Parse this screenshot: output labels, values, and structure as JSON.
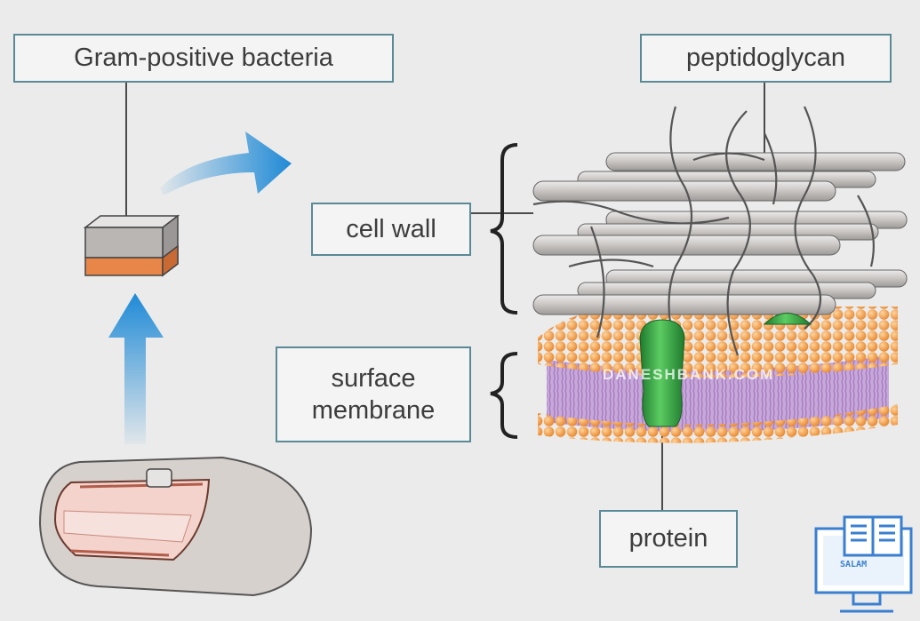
{
  "labels": {
    "bacteria_type": "Gram-positive bacteria",
    "peptidoglycan": "peptidoglycan",
    "cell_wall": "cell wall",
    "surface_membrane_line1": "surface",
    "surface_membrane_line2": "membrane",
    "protein": "protein"
  },
  "watermark": "DANESHBANK.COM",
  "logo": {
    "text": "SALAM"
  },
  "colors": {
    "label_border": "#5a8a96",
    "arrow_blue": "#1f8ad6",
    "membrane_head": "#f0a048",
    "membrane_tail": "#b88ad0",
    "protein_green": "#2fa040",
    "peptidoglycan_rod": "#c8c4c2",
    "wall_orange": "#e8864a"
  }
}
